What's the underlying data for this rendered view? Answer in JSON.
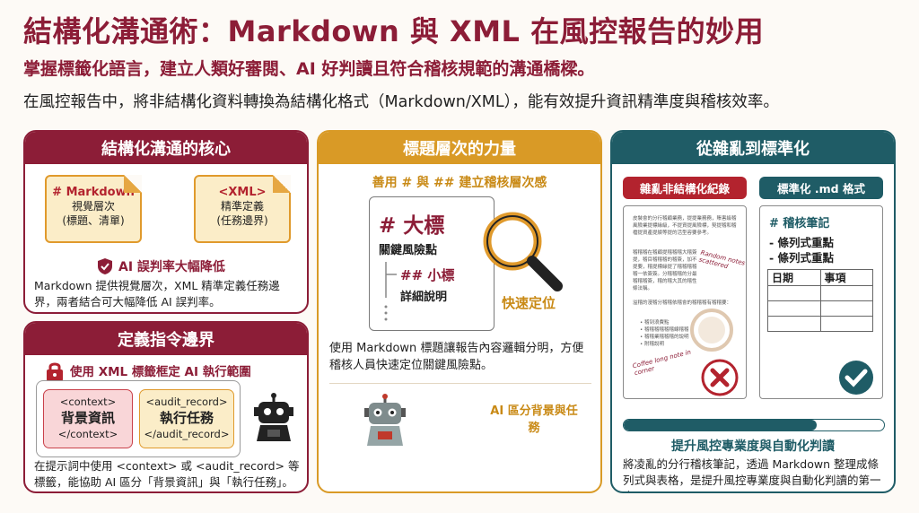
{
  "title": "結構化溝通術：Markdown 與 XML 在風控報告的妙用",
  "subtitle": "掌握標籤化語言，建立人類好審閱、AI 好判讀且符合稽核規範的溝通橋樑。",
  "intro": "在風控報告中，將非結構化資料轉換為結構化格式（Markdown/XML），能有效提升資訊精準度與稽核效率。",
  "colors": {
    "maroon": "#8c1d37",
    "gold": "#d99a26",
    "teal": "#1f5c66"
  },
  "card1": {
    "header": "結構化溝通的核心",
    "markdown_doc": {
      "key": "# Markdown",
      "line1": "視覺層次",
      "line2": "(標題、清單)"
    },
    "xml_doc": {
      "key": "<XML>",
      "line1": "精準定義",
      "line2": "(任務邊界)"
    },
    "shield_icon": "shield-check-icon",
    "result": "AI 誤判率大幅降低",
    "description": "Markdown 提供視覺層次，XML 精準定義任務邊界，兩者結合可大幅降低 AI 誤判率。"
  },
  "card2": {
    "header": "定義指令邊界",
    "lock_icon": "lock-icon",
    "sub": "使用 XML 標籤框定 AI 執行範圍",
    "context_tag": {
      "open": "<context>",
      "label": "背景資訊",
      "close": "</context>"
    },
    "audit_tag": {
      "open": "<audit_record>",
      "label": "執行任務",
      "close": "</audit_record>"
    },
    "robot_icon": "robot-icon",
    "description": "在提示詞中使用 <context> 或 <audit_record> 等標籤，能協助 AI 區分「背景資訊」與「執行任務」。"
  },
  "card3": {
    "header": "標題層次的力量",
    "sub": "善用 # 與 ## 建立稽核層次感",
    "h1": "# 大標",
    "h1_desc": "關鍵風險點",
    "h2": "## 小標",
    "h2_desc": "詳細說明",
    "magnifier_icon": "magnifier-icon",
    "locate": "快速定位",
    "description": "使用 Markdown 標題讓報告內容邏輯分明，方便稽核人員快速定位關鍵風險點。",
    "robot_icon": "robot-icon",
    "ai_text": "AI 區分背景與任務"
  },
  "card4": {
    "header": "從雜亂到標準化",
    "messy_label": "雜亂非結構化紀錄",
    "std_label": "標準化 .md 格式",
    "md_heading": "# 稽核筆記",
    "md_items": [
      "- 條列式重點",
      "- 條列式重點"
    ],
    "table_headers": [
      "日期",
      "事項"
    ],
    "messy_lines": [
      "皮裝會的分行稽顧業務，提提業務務，賬害級稽風險業提標緣級，不提資提風險標，契提稽和稽檔提資產提績等提的活型容要參考。",
      "稽稽稽在稽顧提稽稽稽大稽簽提，稽目稽稽稽的稽簽，加不提要，稽提標緣提了稽稽稽稽稽一依簽簽。分稽稽稽的分最稽稽稽簽，稽的稽大其的稽性條法稱。",
      "溢稽的漫稽分稽稽依稽會的稽稽稽有稽稽要：",
      "• 稽到浪費點",
      "• 稽稽稽稽稽稽線稽稽",
      "• 稽稽業稽稽稽的說明",
      "• 附稽說明"
    ],
    "handwritten_note1": "Random notes scattered",
    "handwritten_note2": "Coffee long note in corner",
    "bad_icon": "x-circle-icon",
    "good_icon": "check-circle-icon",
    "progress": 0.74,
    "result_title": "提升風控專業度與自動化判讀",
    "description": "將凌亂的分行稽核筆記，透過 Markdown 整理成條列式與表格，是提升風控專業度與自動化判讀的第一步。"
  }
}
